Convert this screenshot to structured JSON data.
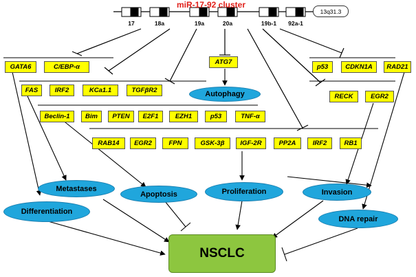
{
  "cluster": {
    "title": "miR-17-92 cluster",
    "locus": "13q31.3",
    "mirnas": [
      "17",
      "18a",
      "19a",
      "20a",
      "19b-1",
      "92a-1"
    ]
  },
  "targets": {
    "row1": [
      "GATA6",
      "C/EBP-α",
      "ATG7",
      "p53",
      "CDKN1A",
      "RAD21"
    ],
    "row2": [
      "FAS",
      "IRF2",
      "KCa1.1",
      "TGFβR2",
      "RECK",
      "EGR2"
    ],
    "row3": [
      "Beclin-1",
      "Bim",
      "PTEN",
      "E2F1",
      "EZH1",
      "p53",
      "TNF-α"
    ],
    "row4": [
      "RAB14",
      "EGR2",
      "FPN",
      "GSK-3β",
      "IGF-2R",
      "PP2A",
      "IRF2",
      "RB1"
    ]
  },
  "processes": {
    "autophagy": "Autophagy",
    "metastases": "Metastases",
    "apoptosis": "Apoptosis",
    "proliferation": "Proliferation",
    "invasion": "Invasion",
    "differentiation": "Differentiation",
    "dna_repair": "DNA repair"
  },
  "outcome": "NSCLC",
  "colors": {
    "title": "#e0201a",
    "target_box": "#ffff00",
    "process_oval": "#20a6dc",
    "outcome_box": "#8dc63f",
    "gene_block": "#000000"
  }
}
